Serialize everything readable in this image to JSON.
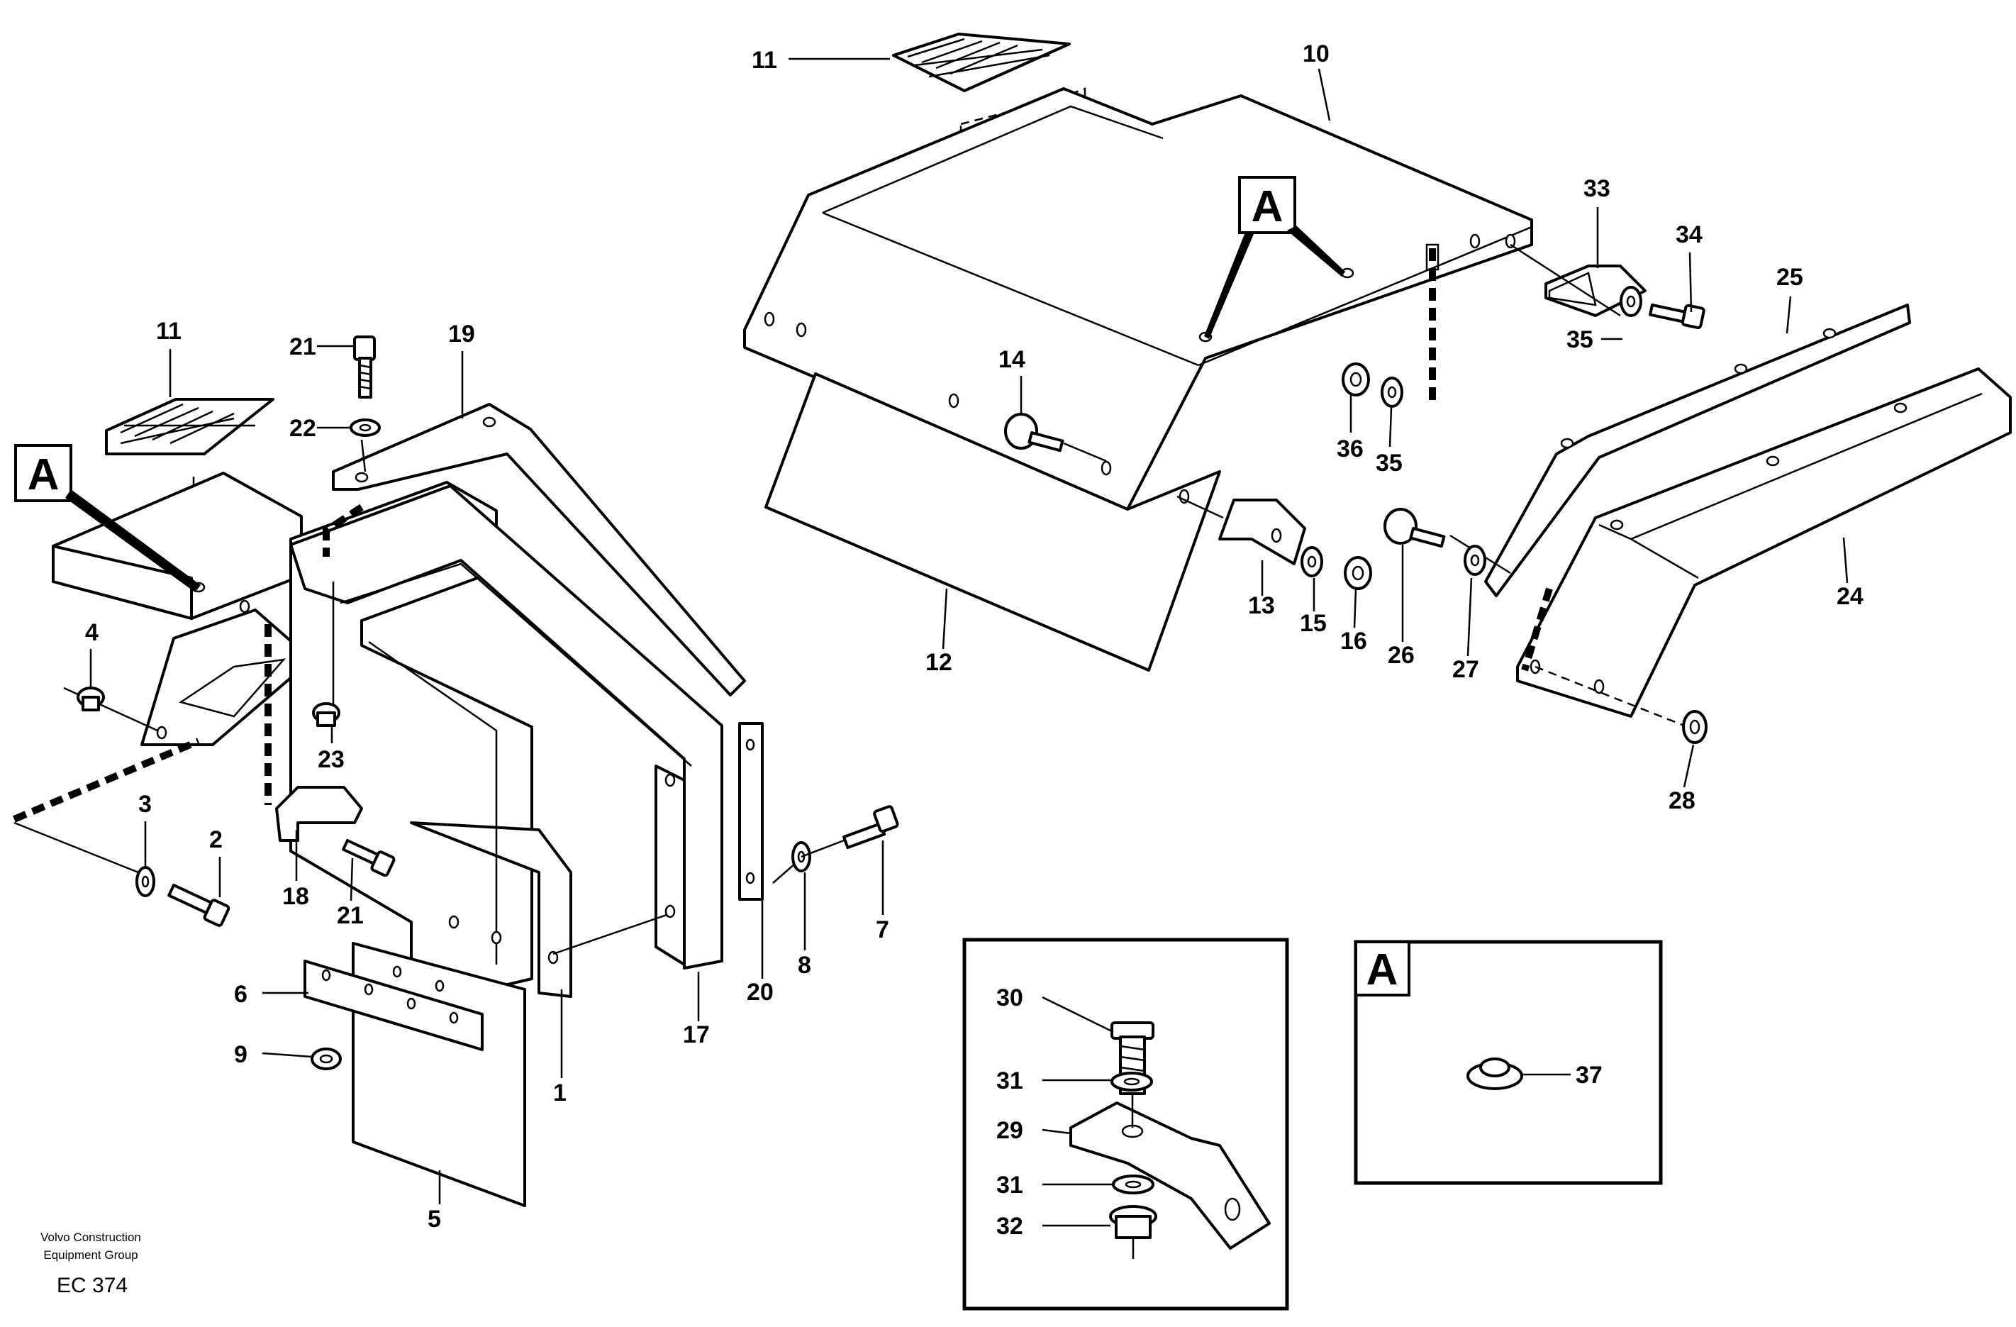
{
  "diagram": {
    "part_numbers": {
      "n1": "1",
      "n2": "2",
      "n3": "3",
      "n4": "4",
      "n5": "5",
      "n6": "6",
      "n7": "7",
      "n8": "8",
      "n9": "9",
      "n10": "10",
      "n11a": "11",
      "n11b": "11",
      "n12": "12",
      "n13": "13",
      "n14": "14",
      "n15": "15",
      "n16": "16",
      "n17": "17",
      "n18": "18",
      "n19": "19",
      "n20": "20",
      "n21a": "21",
      "n21b": "21",
      "n22": "22",
      "n23": "23",
      "n24": "24",
      "n25": "25",
      "n26": "26",
      "n27": "27",
      "n28": "28",
      "n29": "29",
      "n30": "30",
      "n31a": "31",
      "n31b": "31",
      "n32": "32",
      "n33": "33",
      "n34": "34",
      "n35a": "35",
      "n35b": "35",
      "n36": "36",
      "n37": "37"
    },
    "view_marker": "A",
    "footer": {
      "company_line1": "Volvo Construction",
      "company_line2": "Equipment Group",
      "code": "EC 374"
    }
  }
}
